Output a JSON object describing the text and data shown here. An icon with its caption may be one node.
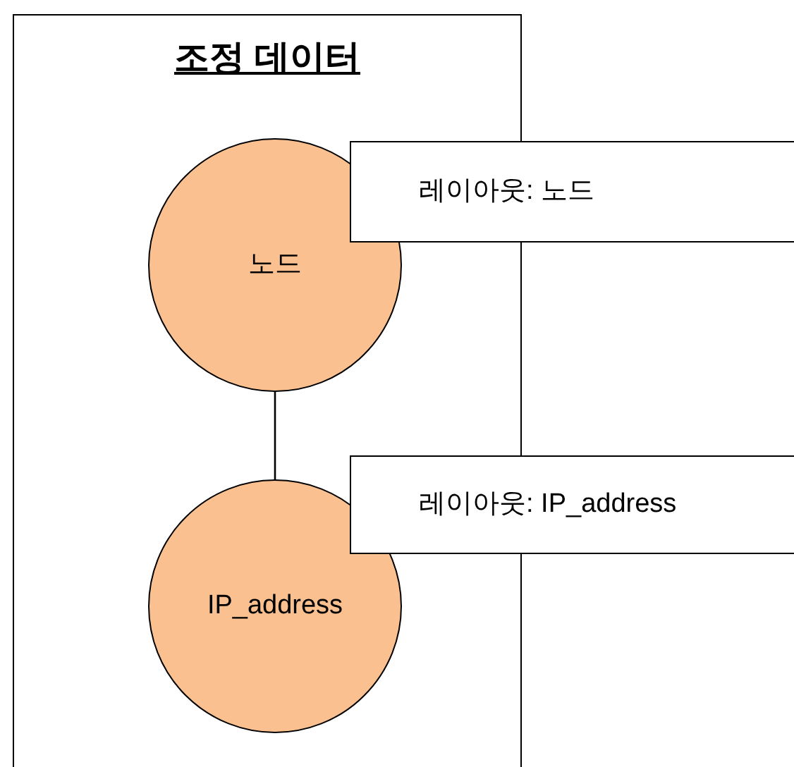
{
  "diagram": {
    "nodes": [
      {
        "text": [
          "조정 데이터"
        ]
      },
      {
        "text": [
          "노드"
        ],
        "in": 0
      },
      {
        "text": [
          "IP_address"
        ],
        "in": 0
      },
      {
        "text": [
          "레이아웃: 노드"
        ]
      },
      {
        "text": [
          "레이아웃: IP_address"
        ]
      }
    ],
    "edges": [
      {
        "from": 1,
        "to": 2,
        "arrow": "none"
      }
    ]
  }
}
